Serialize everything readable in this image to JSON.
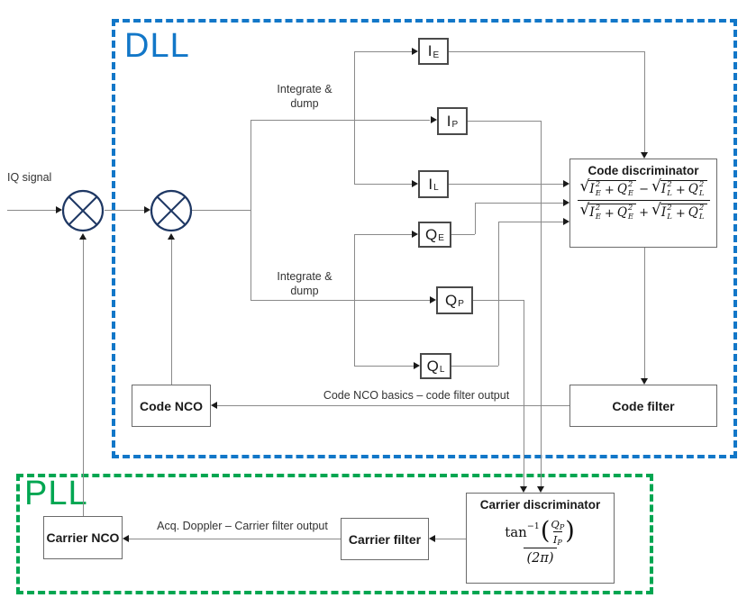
{
  "groups": {
    "dll": "DLL",
    "pll": "PLL"
  },
  "labels": {
    "input": "IQ signal",
    "integrate1": "Integrate &",
    "integrate2": "dump",
    "code_feedback": "Code NCO basics – code filter output",
    "carrier_feedback": "Acq. Doppler – Carrier filter output"
  },
  "boxes": {
    "code_nco": "Code NCO",
    "code_filter": "Code filter",
    "carrier_nco": "Carrier NCO",
    "carrier_filter": "Carrier filter",
    "code_discriminator_title": "Code discriminator",
    "carrier_discriminator_title": "Carrier discriminator"
  },
  "correlators": [
    {
      "letter": "I",
      "sub": "E"
    },
    {
      "letter": "I",
      "sub": "P"
    },
    {
      "letter": "I",
      "sub": "L"
    },
    {
      "letter": "Q",
      "sub": "E"
    },
    {
      "letter": "Q",
      "sub": "P"
    },
    {
      "letter": "Q",
      "sub": "L"
    }
  ],
  "math": {
    "sqrt": "√",
    "plus": "+",
    "minus": "−",
    "I": "I",
    "Q": "Q",
    "two": "2",
    "E": "E",
    "L": "L",
    "P": "P",
    "tan": "tan",
    "inv": "−1",
    "open_paren": "(",
    "close_paren": ")",
    "two_pi": "(2π)"
  },
  "icons": {
    "mixer": "multiply-in-circle"
  },
  "colors": {
    "dll_blue": "#1277C8",
    "pll_green": "#00A651",
    "mixer_navy": "#1F3864"
  }
}
